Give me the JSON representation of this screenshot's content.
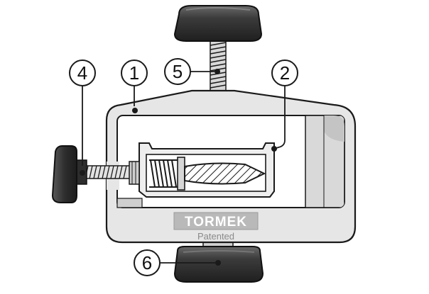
{
  "callouts": [
    {
      "id": "c1",
      "label": "1",
      "part": "body-frame"
    },
    {
      "id": "c2",
      "label": "2",
      "part": "knife-holder"
    },
    {
      "id": "c4",
      "label": "4",
      "part": "side-screw-knob"
    },
    {
      "id": "c5",
      "label": "5",
      "part": "top-screw"
    },
    {
      "id": "c6",
      "label": "6",
      "part": "bottom-knob"
    }
  ],
  "brand": {
    "logo_text": "TORMEK",
    "note": "Patented"
  },
  "colors": {
    "outline": "#1a1a1a",
    "body_fill": "#e6e6e6",
    "knob_fill": "#3a3a3a",
    "logo_plate": "#b9b9b9"
  }
}
